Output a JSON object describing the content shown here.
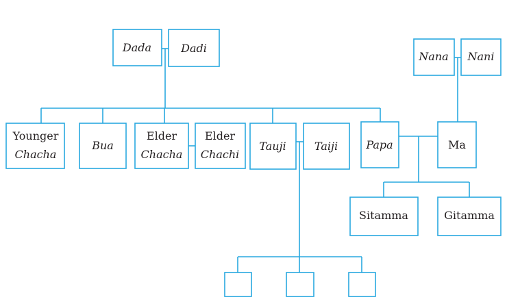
{
  "diagram": {
    "line_color": "#29a8df",
    "text_color": "#231f20",
    "people": {
      "dada": {
        "lines": [
          "Dada"
        ],
        "italic": true
      },
      "dadi": {
        "lines": [
          "Dadi"
        ],
        "italic": true
      },
      "nana": {
        "lines": [
          "Nana"
        ],
        "italic": true
      },
      "nani": {
        "lines": [
          "Nani"
        ],
        "italic": true
      },
      "younger_chacha": {
        "lines": [
          "Younger",
          "Chacha"
        ],
        "italic": [
          false,
          true
        ]
      },
      "bua": {
        "lines": [
          "Bua"
        ],
        "italic": true
      },
      "elder_chacha": {
        "lines": [
          "Elder",
          "Chacha"
        ],
        "italic": [
          false,
          true
        ]
      },
      "elder_chachi": {
        "lines": [
          "Elder",
          "Chachi"
        ],
        "italic": [
          false,
          true
        ]
      },
      "tauji": {
        "lines": [
          "Tauji"
        ],
        "italic": true
      },
      "taiji": {
        "lines": [
          "Taiji"
        ],
        "italic": true
      },
      "papa": {
        "lines": [
          "Papa"
        ],
        "italic": true
      },
      "ma": {
        "lines": [
          "Ma"
        ],
        "italic": false
      },
      "sitamma": {
        "lines": [
          "Sitamma"
        ],
        "italic": false
      },
      "gitamma": {
        "lines": [
          "Gitamma"
        ],
        "italic": false
      }
    },
    "empty_children_count": 3
  }
}
